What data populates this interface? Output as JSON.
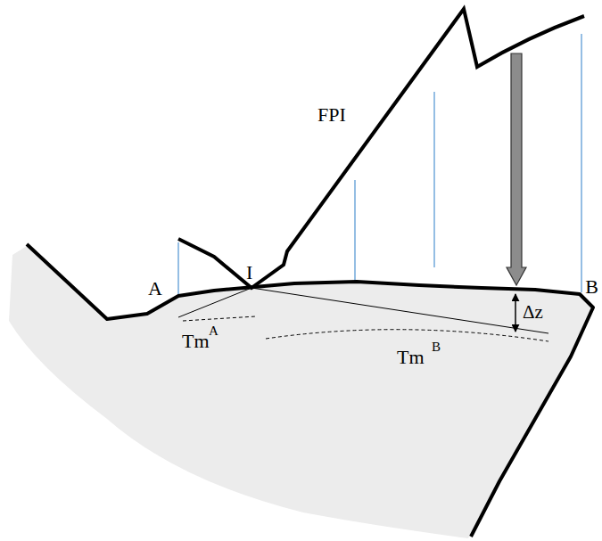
{
  "diagram": {
    "labels": [
      "FPI",
      "A",
      "I",
      "B",
      "Δz",
      "Tm",
      "A",
      "Tm",
      "B"
    ]
  }
}
